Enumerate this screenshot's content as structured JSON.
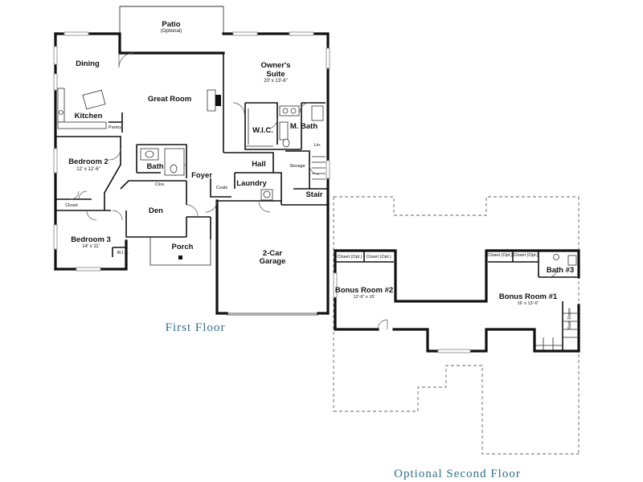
{
  "titles": {
    "first_floor": "First Floor",
    "second_floor": "Optional Second Floor"
  },
  "colors": {
    "title": "#2f6f8a",
    "wall": "#111111"
  },
  "rooms": {
    "patio": {
      "name": "Patio",
      "note": "(Optional)"
    },
    "dining": {
      "name": "Dining"
    },
    "great_room": {
      "name": "Great Room"
    },
    "kitchen": {
      "name": "Kitchen"
    },
    "pantry": {
      "name": "Pantry"
    },
    "owners_suite": {
      "name_line1": "Owner's",
      "name_line2": "Suite",
      "dims": "20' x 13'-6\""
    },
    "wic_owner": {
      "name": "W.I.C."
    },
    "m_bath": {
      "name": "M. Bath"
    },
    "lin": {
      "name": "Lin."
    },
    "bedroom2": {
      "name": "Bedroom 2",
      "dims": "12' x 12'-6\""
    },
    "closet_bed2": {
      "name": "Closet"
    },
    "bath": {
      "name": "Bath"
    },
    "clos": {
      "name": "Clos."
    },
    "foyer": {
      "name": "Foyer"
    },
    "coats": {
      "name": "Coats"
    },
    "hall": {
      "name": "Hall"
    },
    "storage": {
      "name": "Storage"
    },
    "laundry": {
      "name": "Laundry"
    },
    "stair": {
      "name": "Stair"
    },
    "den": {
      "name": "Den"
    },
    "bedroom3": {
      "name": "Bedroom 3",
      "dims": "14' x 11'"
    },
    "wic_bed3": {
      "name": "W.I.C."
    },
    "porch": {
      "name": "Porch"
    },
    "garage": {
      "name_line1": "2-Car",
      "name_line2": "Garage"
    },
    "bonus2": {
      "name": "Bonus Room #2",
      "dims": "12'-6\" x 15'"
    },
    "bonus1": {
      "name": "Bonus Room #1",
      "dims": "16' x 13'-6\""
    },
    "bath3": {
      "name": "Bath #3"
    },
    "stair_down": {
      "name": "Stair Down"
    },
    "closet_opt_1": {
      "name": "Closet (Opt.)"
    },
    "closet_opt_2": {
      "name": "Closet (Opt.)"
    },
    "closet_opt_3": {
      "name": "Closet (Opt.)"
    },
    "closet_opt_4": {
      "name": "Closet (Opt.)"
    }
  }
}
